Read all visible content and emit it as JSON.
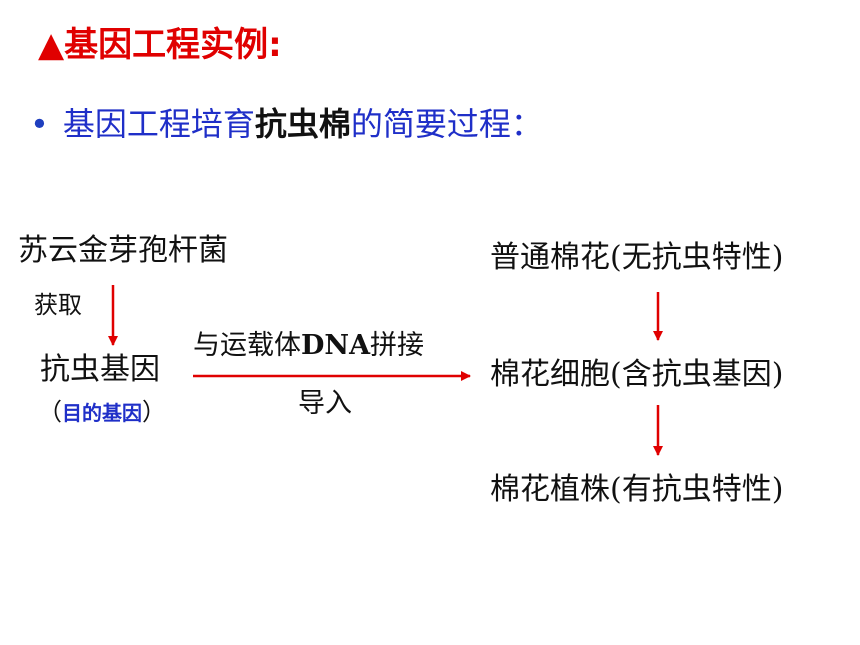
{
  "colors": {
    "title": "#e00000",
    "heading_blue": "#1f2fc8",
    "arrow": "#e00000",
    "text": "#111111"
  },
  "heading": {
    "marker": "▲",
    "text": "基因工程实例:"
  },
  "subtitle": {
    "bullet": "•",
    "part1": "基因工程培育",
    "part2": "抗虫棉",
    "part3": "的简要过程："
  },
  "diagram": {
    "source": "苏云金芽孢杆菌",
    "step_obtain": "获取",
    "gene": "抗虫基因",
    "gene_note_open": "（",
    "gene_note": "目的基因",
    "gene_note_close": "）",
    "step_splice_a": "与运载体",
    "step_splice_dna": "DNA",
    "step_splice_b": "拼接",
    "step_import": "导入",
    "cotton_normal": "普通棉花(无抗虫特性)",
    "cotton_cell": "棉花细胞(含抗虫基因)",
    "cotton_plant": "棉花植株(有抗虫特性)"
  }
}
